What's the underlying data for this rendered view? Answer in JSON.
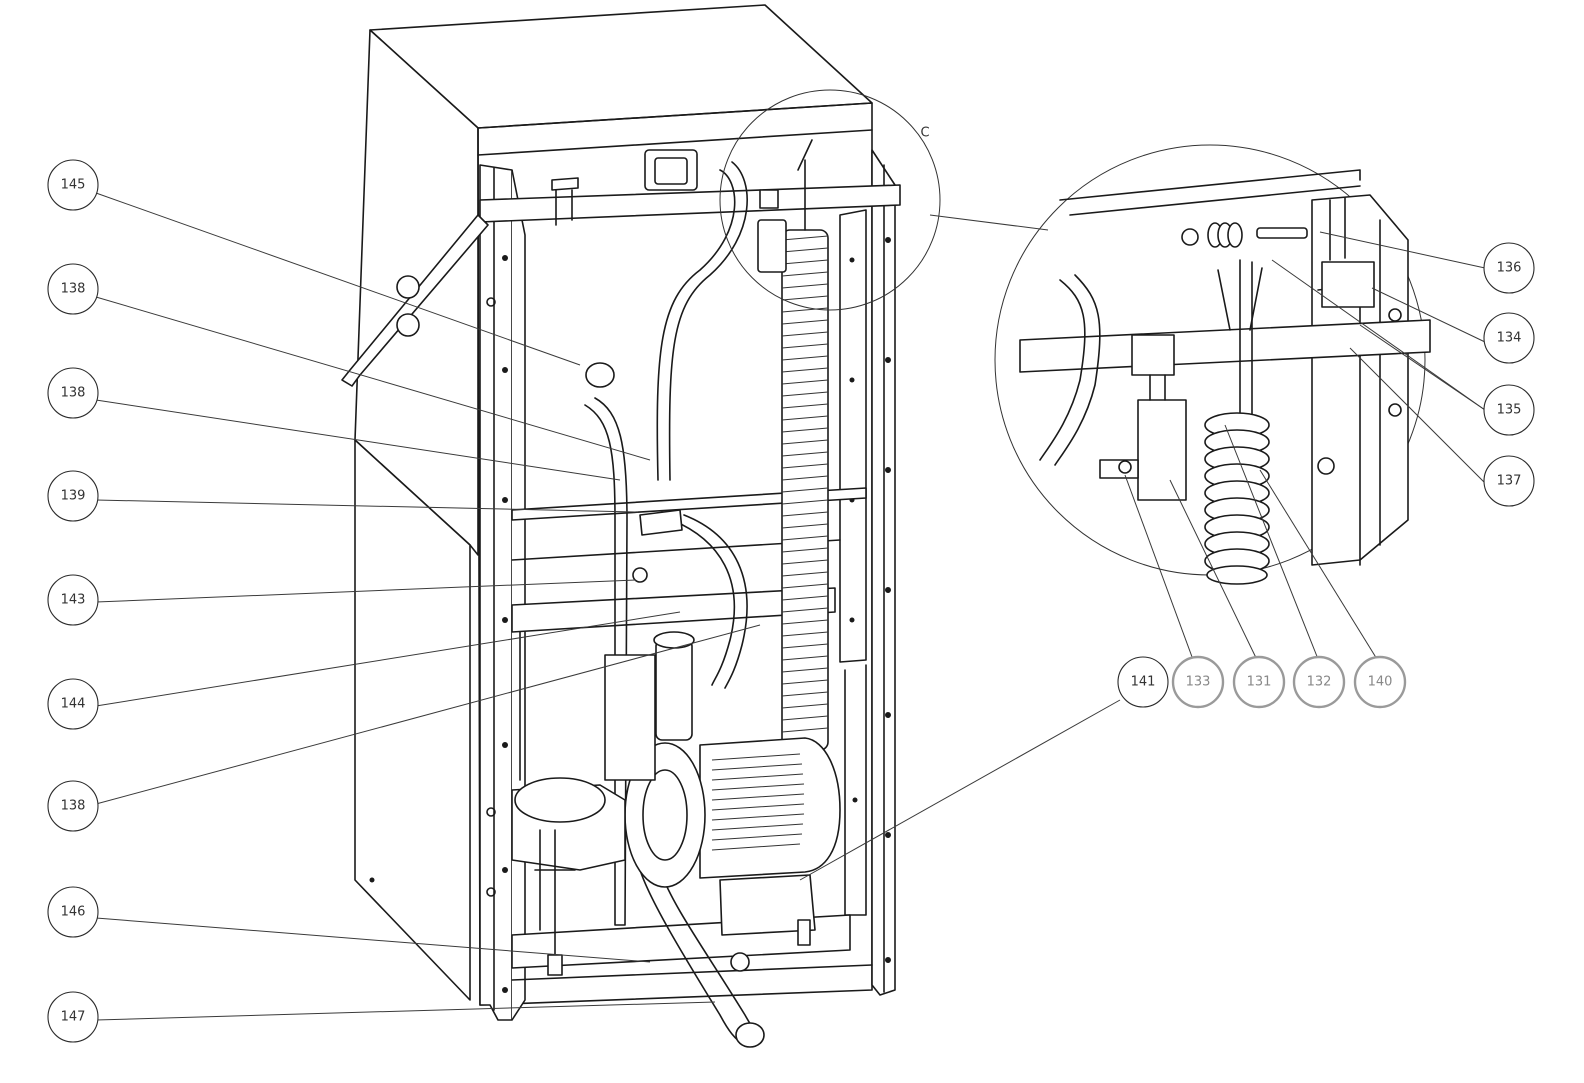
{
  "detail_label": "C",
  "callouts": [
    {
      "id": "c145",
      "label": "145"
    },
    {
      "id": "c138a",
      "label": "138"
    },
    {
      "id": "c138b",
      "label": "138"
    },
    {
      "id": "c139",
      "label": "139"
    },
    {
      "id": "c143",
      "label": "143"
    },
    {
      "id": "c144",
      "label": "144"
    },
    {
      "id": "c138c",
      "label": "138"
    },
    {
      "id": "c146",
      "label": "146"
    },
    {
      "id": "c147",
      "label": "147"
    },
    {
      "id": "c136",
      "label": "136"
    },
    {
      "id": "c134",
      "label": "134"
    },
    {
      "id": "c135",
      "label": "135"
    },
    {
      "id": "c137",
      "label": "137"
    },
    {
      "id": "c141",
      "label": "141"
    },
    {
      "id": "c133",
      "label": "133"
    },
    {
      "id": "c131",
      "label": "131"
    },
    {
      "id": "c132",
      "label": "132"
    },
    {
      "id": "c140",
      "label": "140"
    }
  ]
}
